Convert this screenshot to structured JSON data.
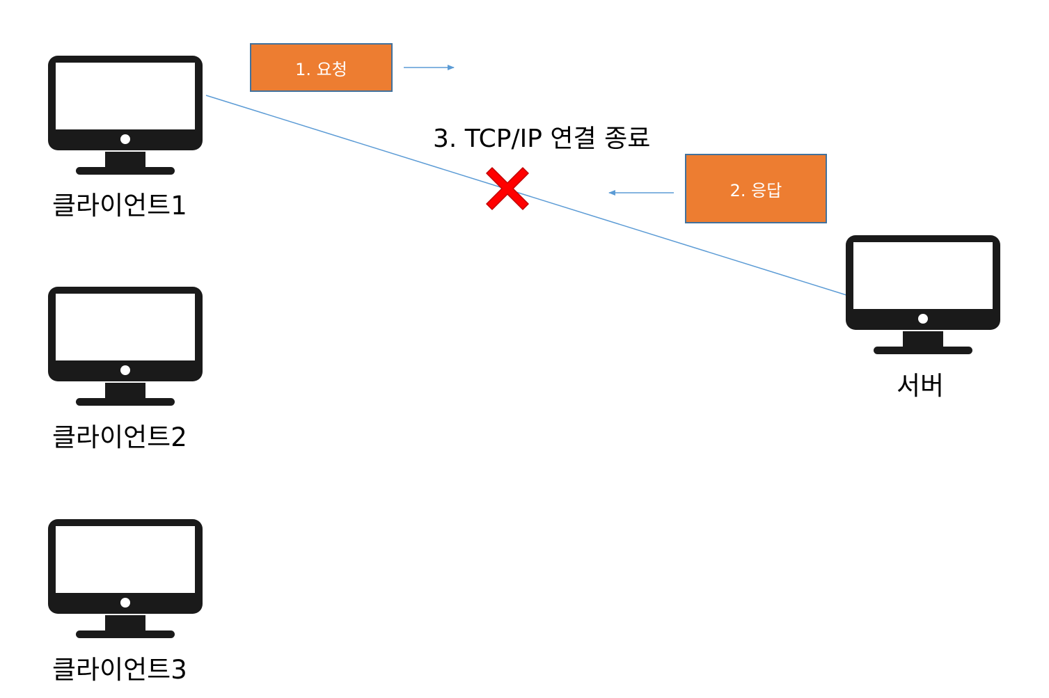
{
  "clients": [
    {
      "label": "클라이언트1"
    },
    {
      "label": "클라이언트2"
    },
    {
      "label": "클라이언트3"
    }
  ],
  "server": {
    "label": "서버"
  },
  "request_box": {
    "label": "1. 요청"
  },
  "response_box": {
    "label": "2. 응답"
  },
  "connection_status": {
    "label": "3. TCP/IP 연결 종료"
  },
  "colors": {
    "box_fill": "#ED7D31",
    "box_border": "#41719C",
    "line": "#5B9BD5",
    "x_mark": "#FF0000",
    "monitor": "#1A1A1A"
  },
  "icons": {
    "client": "monitor-icon",
    "server": "monitor-icon",
    "disconnect": "x-mark-icon"
  }
}
